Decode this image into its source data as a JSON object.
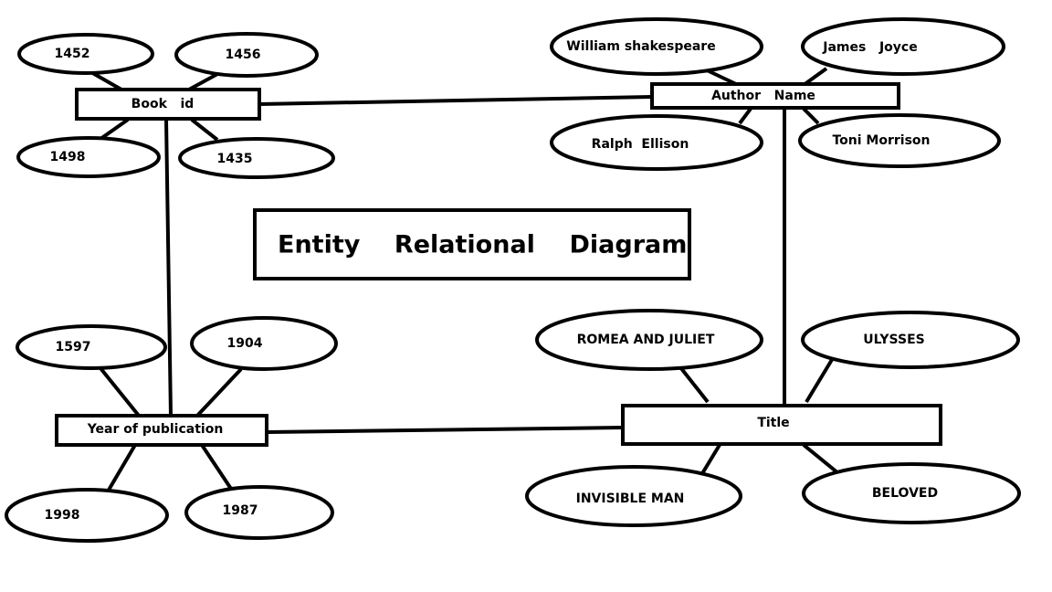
{
  "diagram": {
    "title": "Entity    Relational    Diagram",
    "entities": {
      "book_id": "Book   id",
      "author_name": "Author   Name",
      "year_of_publication": "Year of publication",
      "title": "Title"
    },
    "book_id_values": [
      "1452",
      "1456",
      "1498",
      "1435"
    ],
    "author_values": [
      "William shakespeare",
      "James   Joyce",
      "Ralph  Ellison",
      "Toni Morrison"
    ],
    "year_values": [
      "1597",
      "1904",
      "1998",
      "1987"
    ],
    "title_values": [
      "ROMEA AND JULIET",
      "ULYSSES",
      "INVISIBLE MAN",
      "BELOVED"
    ]
  }
}
